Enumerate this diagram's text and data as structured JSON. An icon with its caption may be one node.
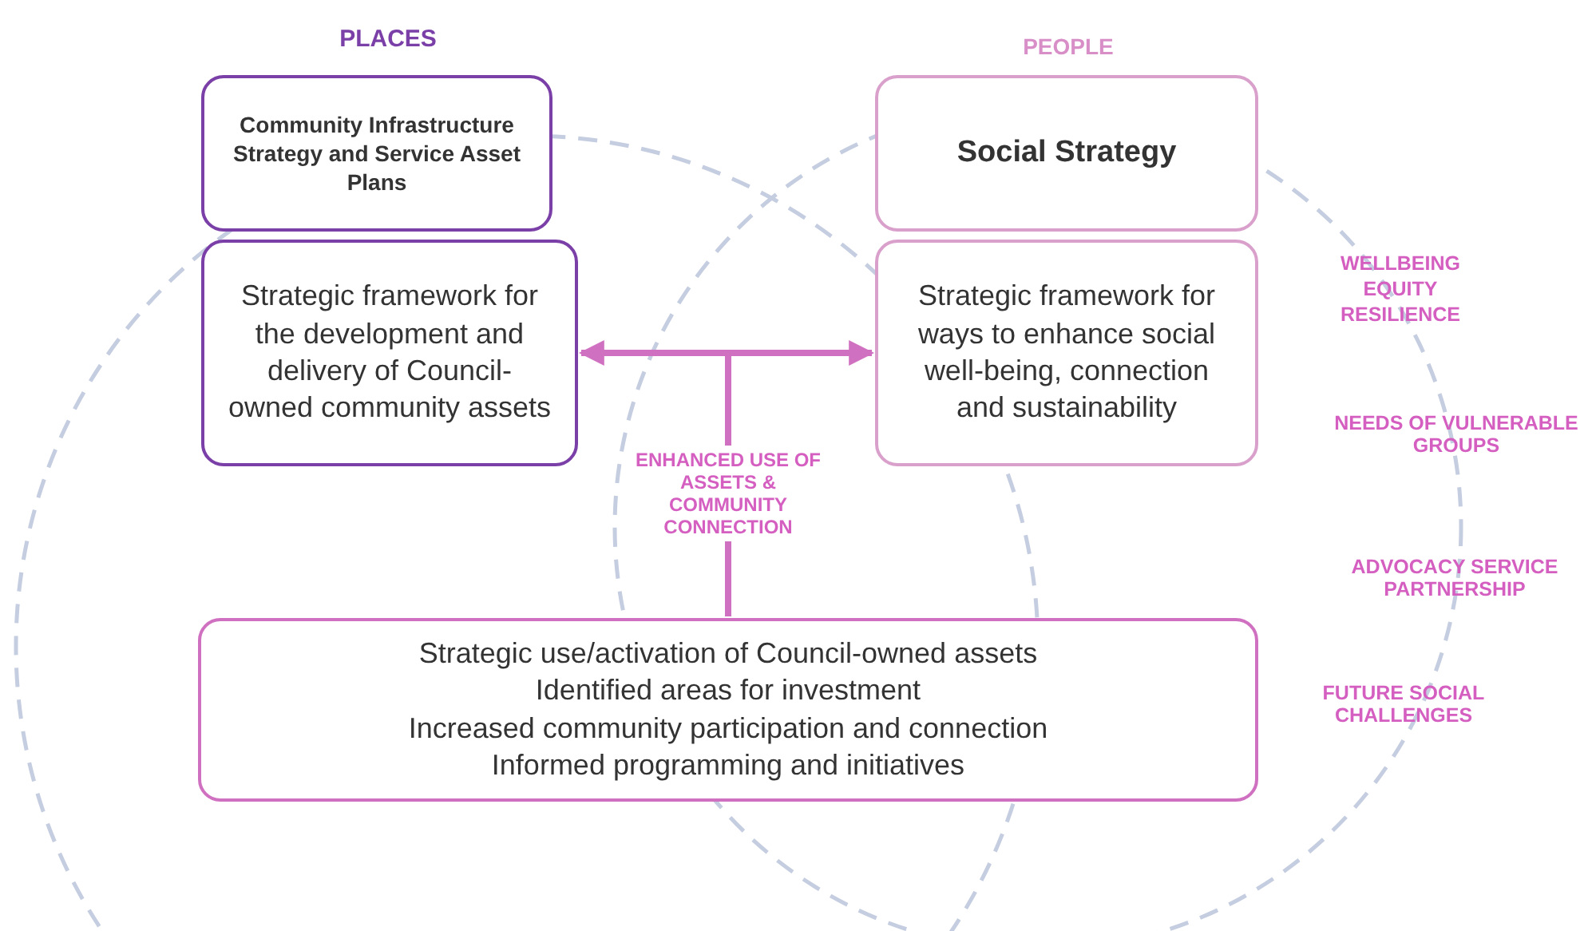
{
  "diagram": {
    "nodes": [
      {
        "text": [
          "Community Infrastructure Strategy and Service Asset Plans"
        ]
      },
      {
        "text": [
          "Strategic framework for the development and delivery of Council-owned community assets"
        ]
      },
      {
        "text": [
          "Social Strategy"
        ]
      },
      {
        "text": [
          "Strategic framework for ways to enhance social well-being, connection and sustainability"
        ]
      },
      {
        "text": [
          "Strategic use/activation of Council-owned assets",
          "Identified areas for investment",
          "Increased community participation and connection",
          "Informed programming and initiatives"
        ]
      }
    ],
    "edges": [
      {
        "from": 1,
        "to": 3,
        "arrow": "both"
      },
      {
        "from": null,
        "to": 4,
        "arrow": "none",
        "label": "ENHANCED USE OF ASSETS & COMMUNITY CONNECTION"
      }
    ],
    "labels": [
      "PLACES",
      "PEOPLE",
      "WELLBEING",
      "EQUITY",
      "RESILIENCE",
      "NEEDS OF VULNERABLE GROUPS",
      "ADVOCACY SERVICE PARTNERSHIP",
      "FUTURE SOCIAL CHALLENGES"
    ]
  }
}
